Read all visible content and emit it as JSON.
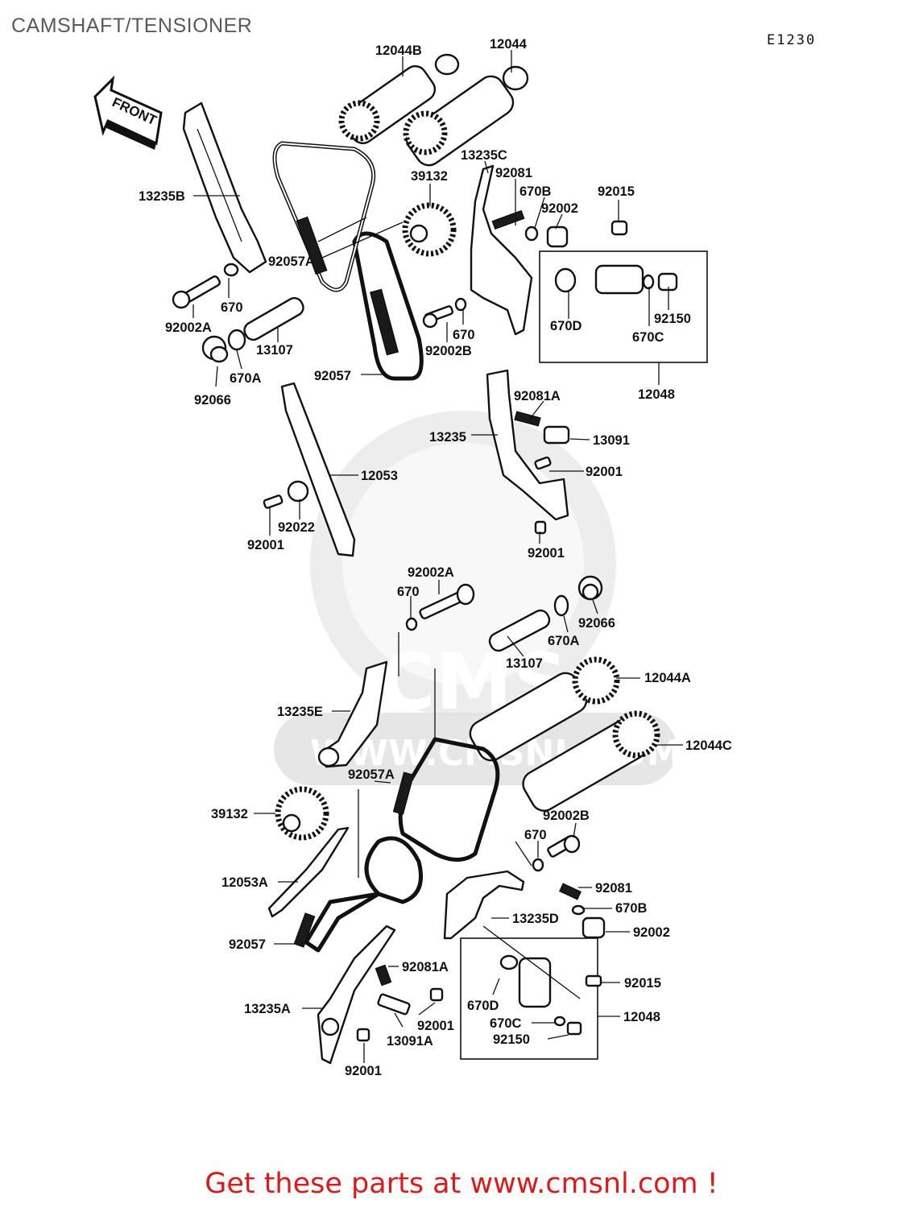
{
  "header": {
    "title": "CAMSHAFT/TENSIONER",
    "diagram_code": "E1230"
  },
  "front_arrow_label": "FRONT",
  "watermark": {
    "brand": "CMS",
    "url": "WWW.CMSNL.COM"
  },
  "footer": {
    "promo_text": "Get these parts at www.cmsnl.com !",
    "promo_color": "#e01818"
  },
  "labels": {
    "l_12044B": "12044B",
    "l_12044": "12044",
    "l_13235C": "13235C",
    "l_92081": "92081",
    "l_39132": "39132",
    "l_670B": "670B",
    "l_92015": "92015",
    "l_92002": "92002",
    "l_13235B": "13235B",
    "l_92057A": "92057A",
    "l_670": "670",
    "l_92002A": "92002A",
    "l_13107": "13107",
    "l_670A": "670A",
    "l_92066": "92066",
    "l_92057": "92057",
    "l_670_2": "670",
    "l_92002B": "92002B",
    "l_670D": "670D",
    "l_670C": "670C",
    "l_92150": "92150",
    "l_12048": "12048",
    "l_92081A": "92081A",
    "l_13235": "13235",
    "l_13091": "13091",
    "l_92001": "92001",
    "l_12053": "12053",
    "l_92022": "92022",
    "l_92001_b": "92001",
    "l_92001_c": "92001",
    "l_92002A_2": "92002A",
    "l_670_3": "670",
    "l_92066_2": "92066",
    "l_670A_2": "670A",
    "l_13107_2": "13107",
    "l_12044A": "12044A",
    "l_13235E": "13235E",
    "l_12044C": "12044C",
    "l_92057A_2": "92057A",
    "l_39132_2": "39132",
    "l_92002B_2": "92002B",
    "l_670_4": "670",
    "l_12053A": "12053A",
    "l_92081_2": "92081",
    "l_670B_2": "670B",
    "l_13235D": "13235D",
    "l_92002_2": "92002",
    "l_92057_2": "92057",
    "l_92081A_2": "92081A",
    "l_92015_2": "92015",
    "l_13235A": "13235A",
    "l_670D_2": "670D",
    "l_12048_2": "12048",
    "l_670C_2": "670C",
    "l_92001_d": "92001",
    "l_92150_2": "92150",
    "l_13091A": "13091A",
    "l_92001_e": "92001"
  }
}
